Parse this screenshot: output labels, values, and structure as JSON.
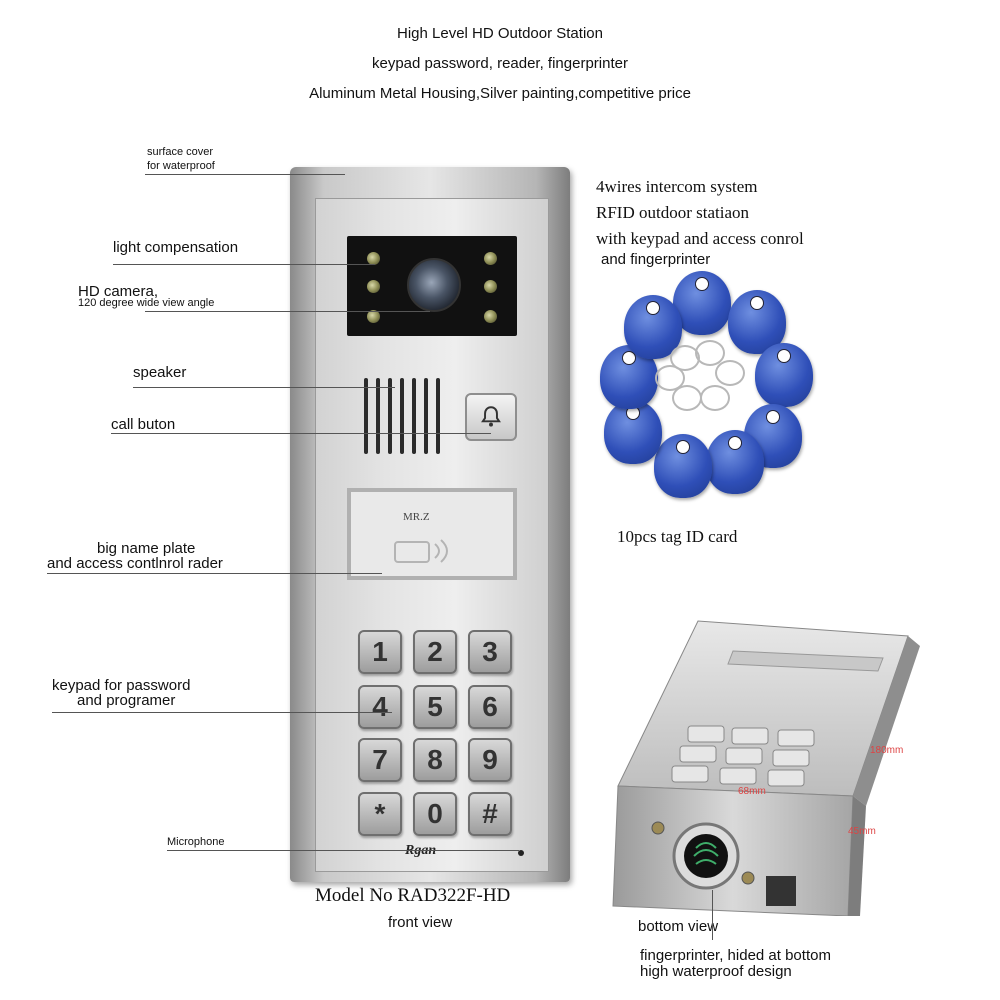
{
  "header": {
    "line1": "High Level HD Outdoor Station",
    "line2": "keypad password, reader, fingerprinter",
    "line3": "Aluminum Metal Housing,Silver painting,competitive price"
  },
  "labels": {
    "surface_cover_1": "surface cover",
    "surface_cover_2": "for waterproof",
    "light_comp": "light compensation",
    "hd_camera_1": "HD camera,",
    "hd_camera_2": "120 degree wide view angle",
    "speaker": "speaker",
    "call_button": "call buton",
    "name_plate_1": "big name plate",
    "name_plate_2": "and access contlnrol rader",
    "keypad_1": "keypad for password",
    "keypad_2": "and programer",
    "microphone": "Microphone"
  },
  "panel": {
    "name_card": "MR.Z",
    "brand": "Rgan",
    "keys": [
      "1",
      "2",
      "3",
      "4",
      "5",
      "6",
      "7",
      "8",
      "9",
      "*",
      "0",
      "#"
    ]
  },
  "system_desc": {
    "line1": "4wires intercom system",
    "line2": "RFID outdoor statiaon",
    "line3": "with keypad and access conrol",
    "line4": "and fingerprinter"
  },
  "tags_caption": "10pcs tag ID card",
  "model": "Model No RAD322F-HD",
  "front_view": "front view",
  "bottom": {
    "caption": "bottom view",
    "fp_1": "fingerprinter, hided at bottom",
    "fp_2": "high waterproof design",
    "dim_height": "180mm",
    "dim_width": "68mm",
    "dim_depth": "45mm"
  },
  "colors": {
    "tag_blue": "#2f4fb8",
    "dimension_red": "#d44",
    "fingerprint_green": "#3fae6a"
  }
}
